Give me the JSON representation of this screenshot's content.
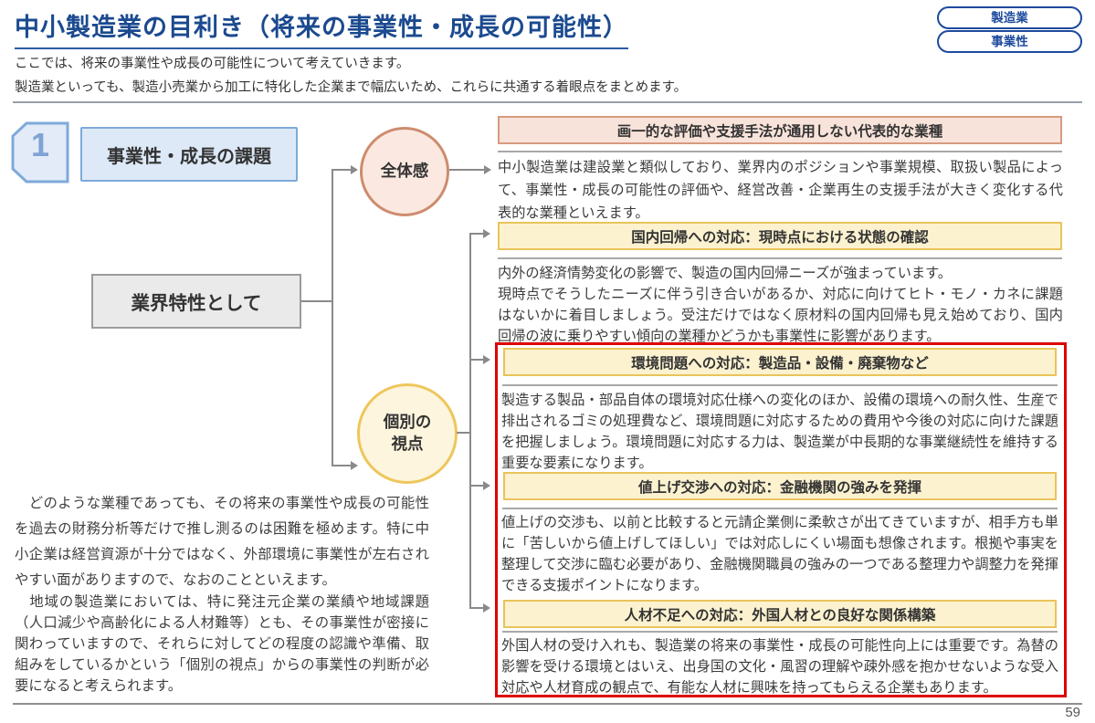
{
  "header": {
    "title": "中小製造業の目利き（将来の事業性・成長の可能性）",
    "tags": [
      "製造業",
      "事業性"
    ],
    "intro": "ここでは、将来の事業性や成長の可能性について考えていきます。\n製造業といっても、製造小売業から加工に特化した企業まで幅広いため、これらに共通する着眼点をまとめます。"
  },
  "diagram": {
    "step_number": "1",
    "step_title": "事業性・成長の課題",
    "category_label": "業界特性として",
    "node_overall": "全体感",
    "node_individual": "個別の\n視点"
  },
  "left_notes": {
    "p1": "　どのような業種であっても、その将来の事業性や成長の可能性を過去の財務分析等だけで推し測るのは困難を極めます。特に中小企業は経営資源が十分ではなく、外部環境に事業性が左右されやすい面がありますので、なおのことといえます。",
    "p2": "　地域の製造業においては、特に発注元企業の業績や地域課題（人口減少や高齢化による人材難等）とも、その事業性が密接に関わっていますので、それらに対してどの程度の認識や準備、取組みをしているかという「個別の視点」からの事業性の判断が必要になると考えられます。"
  },
  "sections": [
    {
      "title": "画一的な評価や支援手法が通用しない代表的な業種",
      "body": "中小製造業は建設業と類似しており、業界内のポジションや事業規模、取扱い製品によって、事業性・成長の可能性の評価や、経営改善・企業再生の支援手法が大きく変化する代表的な業種といえます。"
    },
    {
      "title": "国内回帰への対応：現時点における状態の確認",
      "body": "内外の経済情勢変化の影響で、製造の国内回帰ニーズが強まっています。\n現時点でそうしたニーズに伴う引き合いがあるか、対応に向けてヒト・モノ・カネに課題はないかに着目しましょう。受注だけではなく原材料の国内回帰も見え始めており、国内回帰の波に乗りやすい傾向の業種かどうかも事業性に影響があります。"
    },
    {
      "title": "環境問題への対応：製造品・設備・廃棄物など",
      "body": "製造する製品・部品自体の環境対応仕様への変化のほか、設備の環境への耐久性、生産で排出されるゴミの処理費など、環境問題に対応するための費用や今後の対応に向けた課題を把握しましょう。環境問題に対応する力は、製造業が中長期的な事業継続性を維持する重要な要素になります。"
    },
    {
      "title": "値上げ交渉への対応：金融機関の強みを発揮",
      "body": "値上げの交渉も、以前と比較すると元請企業側に柔軟さが出てきていますが、相手方も単に「苦しいから値上げしてほしい」では対応しにくい場面も想像されます。根拠や事実を整理して交渉に臨む必要があり、金融機関職員の強みの一つである整理力や調整力を発揮できる支援ポイントになります。"
    },
    {
      "title": "人材不足への対応：外国人材との良好な関係構築",
      "body": "外国人材の受け入れも、製造業の将来の事業性・成長の可能性向上には重要です。為替の影響を受ける環境とはいえ、出身国の文化・風習の理解や疎外感を抱かせないような受入対応や人材育成の観点で、有能な人材に興味を持ってもらえる企業もあります。"
    }
  ],
  "page": {
    "number": "59"
  },
  "colors": {
    "title_blue": "#1b4a8f",
    "tag_blue": "#1d4a9e",
    "pink_fill": "#f8e3da",
    "pink_border": "#d69a7e",
    "yellow_fill": "#fcf2d0",
    "yellow_border": "#e9c45b",
    "highlight_red": "#dd0000",
    "box_blue_fill": "#dde9f7",
    "box_blue_border": "#7ea9da",
    "connector_gray": "#8a8a8a"
  }
}
